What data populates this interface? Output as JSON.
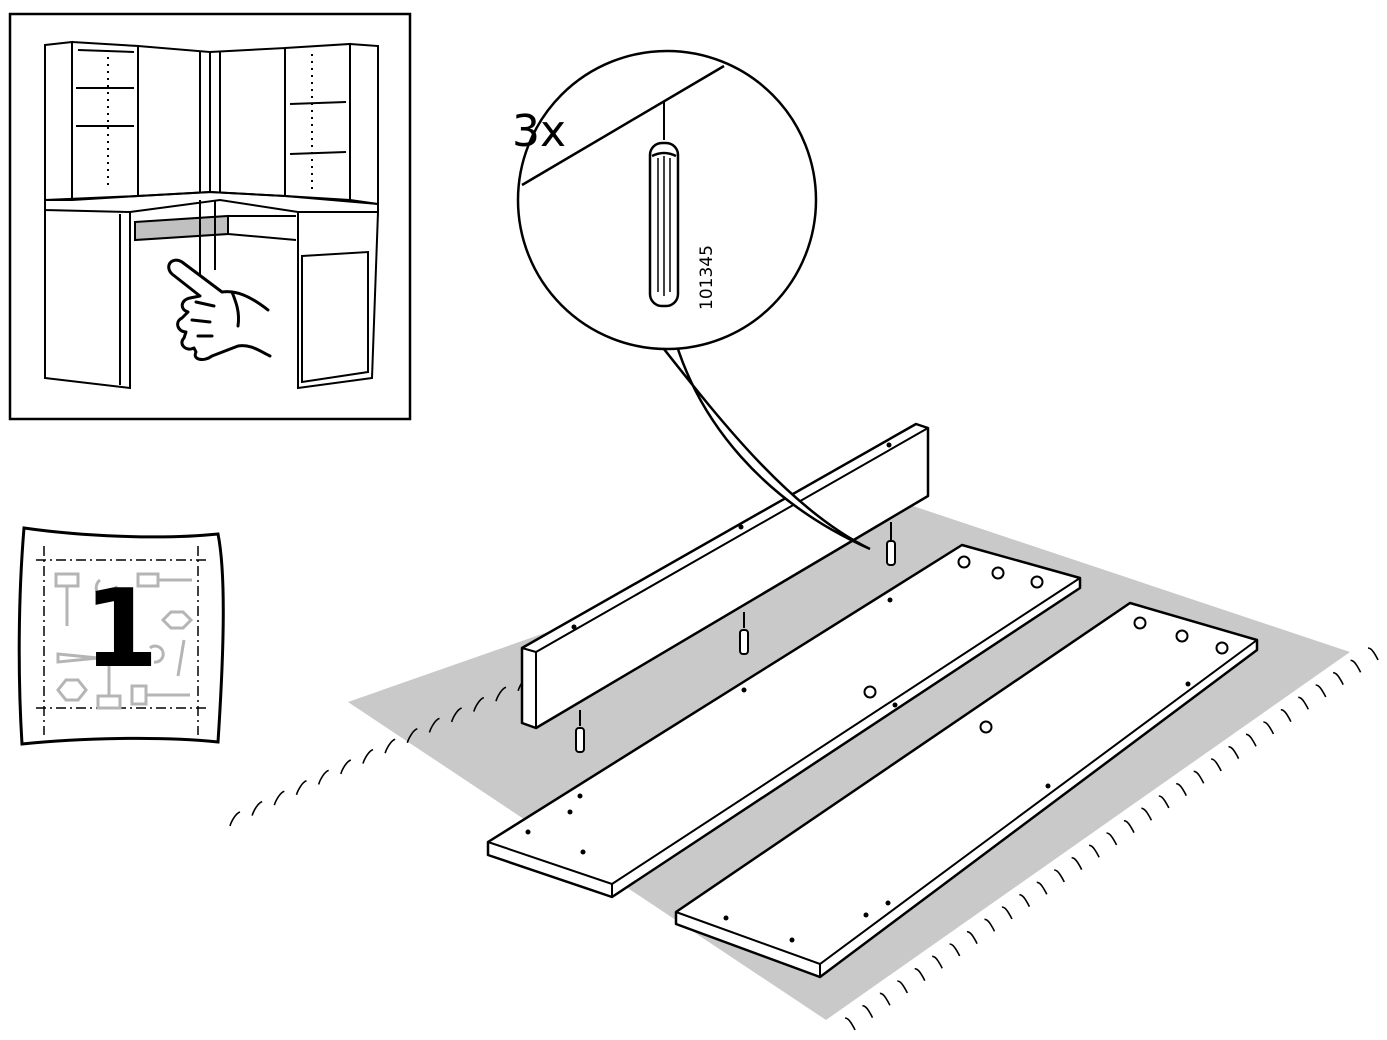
{
  "overview": {
    "icon": "hand-pointing-icon"
  },
  "hardware_bag": {
    "number": "1",
    "icon": "hardware-bag-icon"
  },
  "callout": {
    "quantity": "3x",
    "part_number": "101345",
    "part_icon": "wooden-dowel-icon"
  },
  "colors": {
    "ink": "#000000",
    "paper": "#ffffff",
    "rug": "#c9c9c9",
    "bag_hardware": "#b5b5b5"
  }
}
